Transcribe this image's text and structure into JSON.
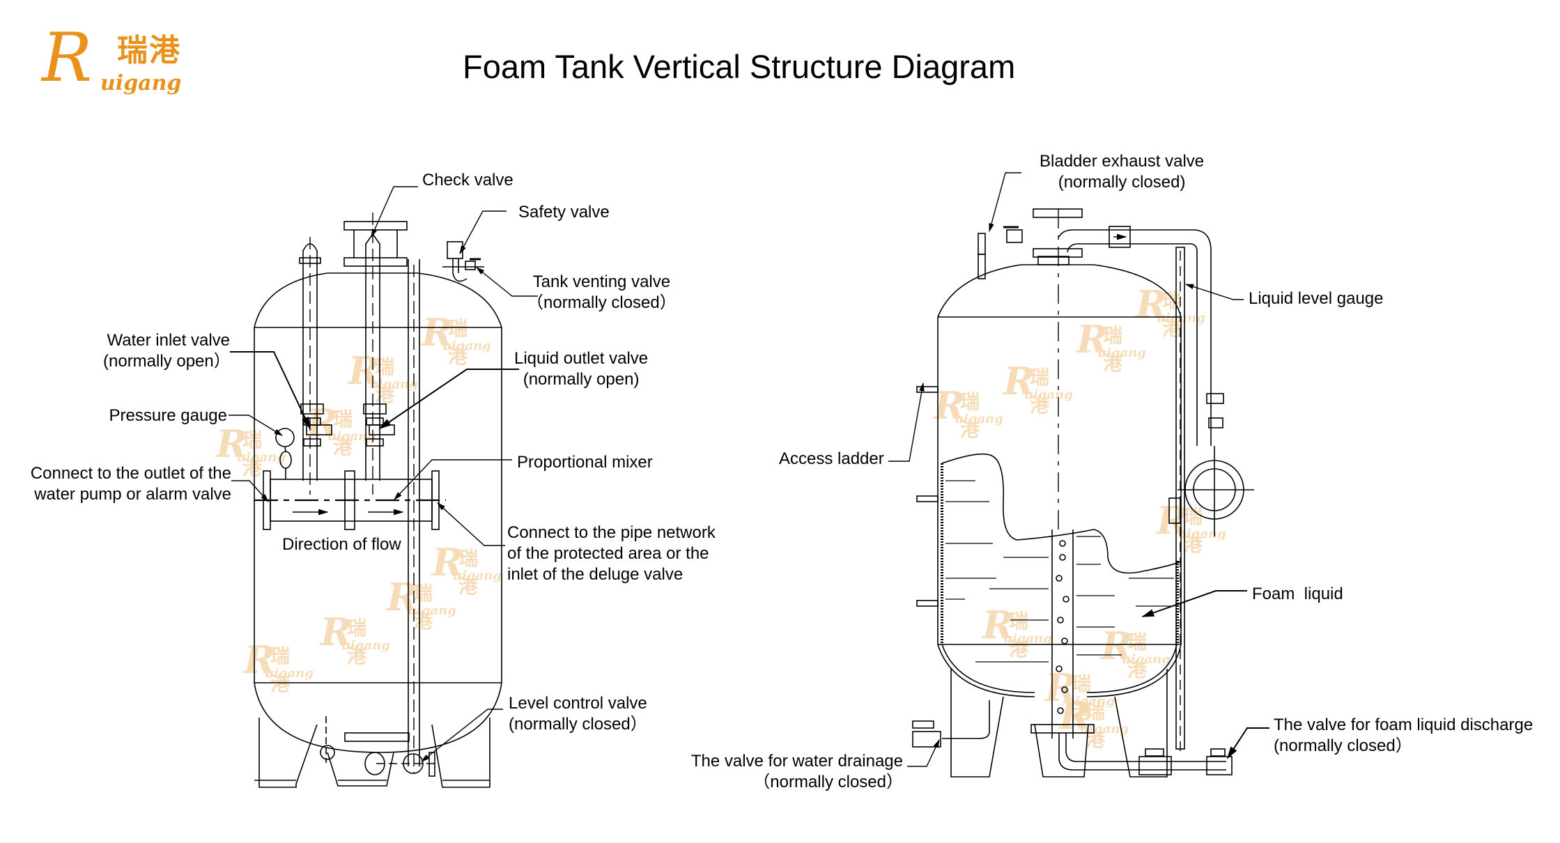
{
  "logo": {
    "initial": "R",
    "chinese": "瑞港",
    "english": "uigang",
    "color": "#e8921c"
  },
  "title": "Foam Tank Vertical Structure Diagram",
  "watermark": {
    "initial": "R",
    "chinese": "瑞港",
    "english": "uigang",
    "color": "#f6d7ad"
  },
  "left_diagram": {
    "labels": {
      "check_valve": "Check valve",
      "safety_valve": "Safety valve",
      "tank_venting_valve": [
        "Tank venting valve",
        "（normally closed）"
      ],
      "water_inlet_valve": [
        "Water inlet valve",
        "(normally open）"
      ],
      "liquid_outlet_valve": [
        "Liquid outlet valve",
        "(normally open)"
      ],
      "pressure_gauge": "Pressure gauge",
      "proportional_mixer": "Proportional mixer",
      "connect_outlet": [
        "Connect to the outlet of the",
        "water pump or alarm valve"
      ],
      "connect_pipe_network": [
        "Connect to the pipe network",
        "of the protected area or the",
        "inlet of the deluge valve"
      ],
      "direction_of_flow": "Direction of flow",
      "level_control_valve": [
        "Level control valve",
        "(normally closed）"
      ]
    }
  },
  "right_diagram": {
    "labels": {
      "bladder_exhaust_valve": [
        "Bladder exhaust valve",
        "(normally closed)"
      ],
      "liquid_level_gauge": "Liquid level gauge",
      "access_ladder": "Access ladder",
      "foam_liquid": "Foam  liquid",
      "water_drainage_valve": [
        "The valve for water drainage",
        "（normally closed）"
      ],
      "foam_discharge_valve": [
        "The valve for foam liquid discharge",
        "(normally closed）"
      ]
    }
  }
}
